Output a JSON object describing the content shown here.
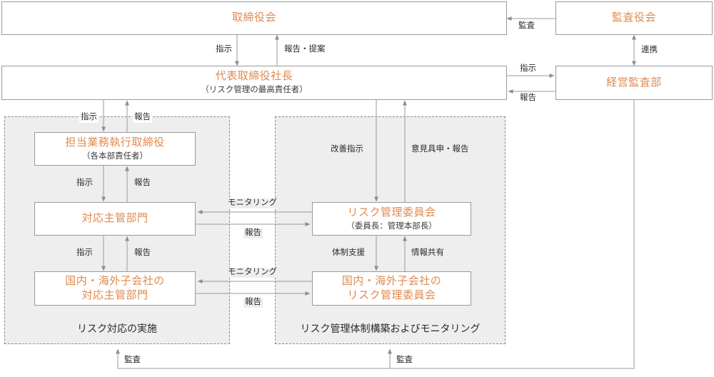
{
  "diagram": {
    "title_color": "#e08a4f",
    "line_color": "#9a9a9a",
    "panel_fill": "#eeeeee"
  },
  "boxes": {
    "board_of_directors": {
      "title": "取締役会",
      "sub": ""
    },
    "audit_board": {
      "title": "監査役会",
      "sub": ""
    },
    "president": {
      "title": "代表取締役社長",
      "sub": "（リスク管理の最高責任者）"
    },
    "management_audit_dept": {
      "title": "経営監査部",
      "sub": ""
    },
    "executive_director": {
      "title": "担当業務執行取締役",
      "sub": "（各本部責任者）"
    },
    "responsible_division": {
      "title": "対応主管部門",
      "sub": ""
    },
    "subsidiary_division_line1": "国内・海外子会社の",
    "subsidiary_division_line2": "対応主管部門",
    "risk_committee": {
      "title": "リスク管理委員会",
      "sub": "（委員長：管理本部長）"
    },
    "subsidiary_committee_line1": "国内・海外子会社の",
    "subsidiary_committee_line2": "リスク管理委員会"
  },
  "panels": {
    "left_caption": "リスク対応の実施",
    "right_caption": "リスク管理体制構築およびモニタリング"
  },
  "labels": {
    "audit_top": "監査",
    "instruction_top": "指示",
    "report_proposal": "報告・提案",
    "cooperation": "連携",
    "instruction_right": "指示",
    "report_right": "報告",
    "instruction_l1": "指示",
    "report_l1": "報告",
    "instruction_l2": "指示",
    "report_l2": "報告",
    "instruction_l3": "指示",
    "report_l3": "報告",
    "improvement_instruction": "改善指示",
    "opinion_report": "意見具申・報告",
    "system_support": "体制支援",
    "info_sharing": "情報共有",
    "monitoring_1": "モニタリング",
    "report_m1": "報告",
    "monitoring_2": "モニタリング",
    "report_m2": "報告",
    "audit_bottom_left": "監査",
    "audit_bottom_right": "監査"
  }
}
